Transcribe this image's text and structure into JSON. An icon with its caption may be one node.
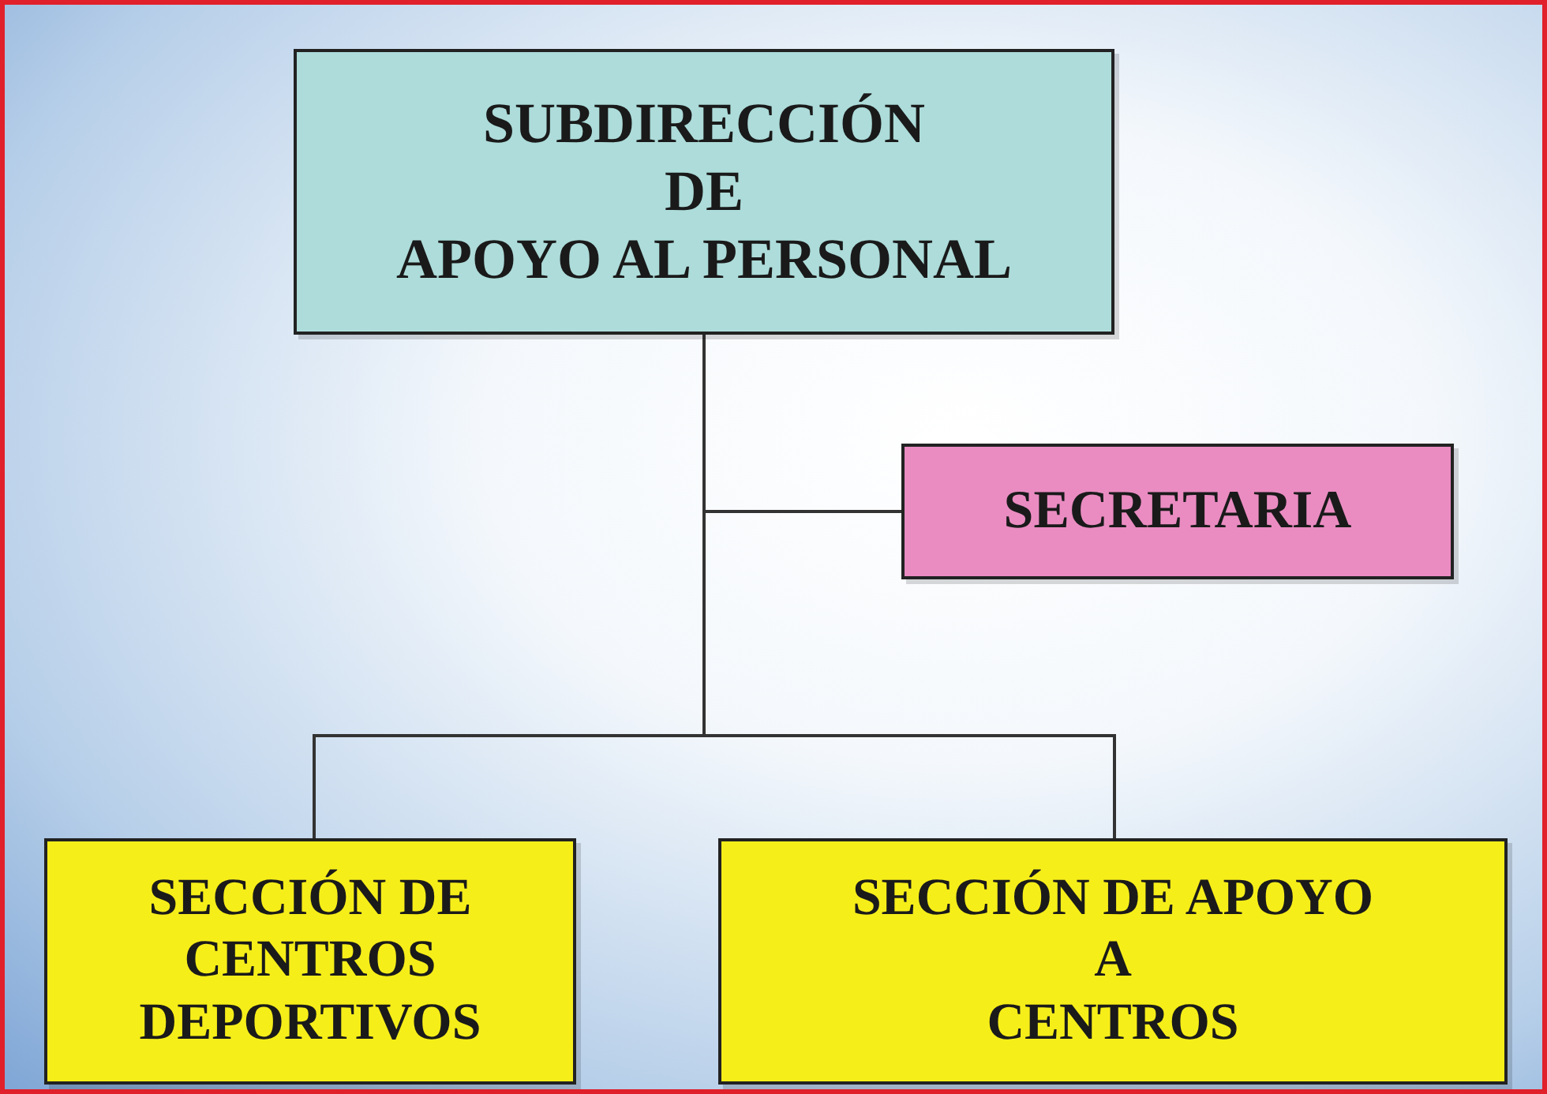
{
  "diagram": {
    "nodes": [
      {
        "text": [
          "SUBDIRECCIÓN DE APOYO AL PERSONAL"
        ]
      },
      {
        "text": [
          "SECRETARIA"
        ]
      },
      {
        "text": [
          "SECCIÓN DE CENTROS DEPORTIVOS"
        ]
      },
      {
        "text": [
          "SECCIÓN DE APOYO A CENTROS"
        ]
      }
    ],
    "edges": [
      {
        "from": 0,
        "to": 1,
        "arrow": "none"
      },
      {
        "from": 0,
        "to": 2,
        "arrow": "none"
      },
      {
        "from": 0,
        "to": 3,
        "arrow": "none"
      }
    ]
  }
}
